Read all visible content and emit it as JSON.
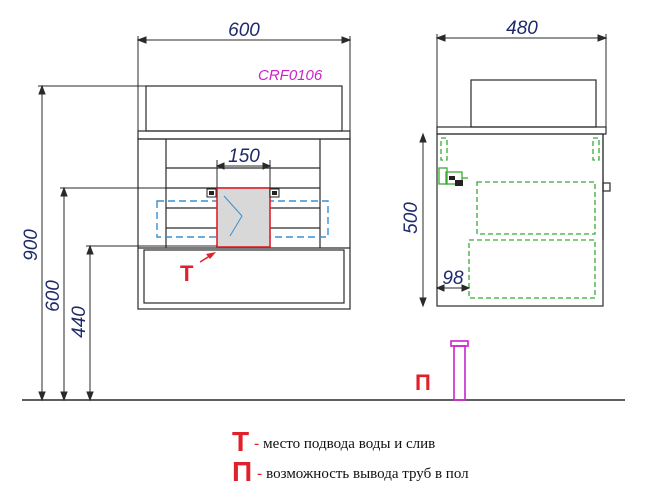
{
  "model": {
    "code": "CRF0106",
    "color": "#cc22cc"
  },
  "front_view": {
    "width_label": "600",
    "height_label": "900",
    "inlet_height_label": "600",
    "outlet_height_label": "440",
    "zone_width_label": "150"
  },
  "side_view": {
    "depth_label": "480",
    "body_height_label": "500",
    "offset_label": "98"
  },
  "markers": {
    "t": "Т",
    "p": "П"
  },
  "legend": [
    {
      "letter": "Т",
      "dash": "-",
      "text": "место подвода воды и слив"
    },
    {
      "letter": "П",
      "dash": "-",
      "text": "возможность вывода труб в пол"
    }
  ],
  "colors": {
    "outline": "#2a2a2a",
    "dimension": "#1f2a6b",
    "zone_fill": "#d8d8d8",
    "zone_stroke": "#e0202a",
    "dashed": "#3a8fd0",
    "pipe": "#cc22cc",
    "green": "#3aaa35",
    "marker": "#e0202a"
  }
}
